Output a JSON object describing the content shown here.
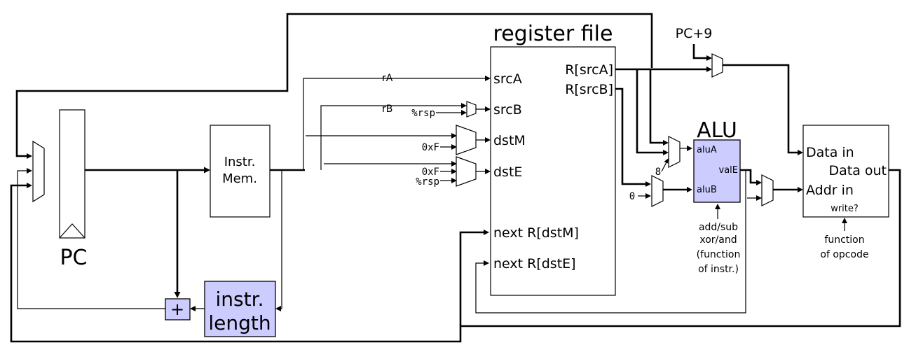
{
  "colors": {
    "highlight_fill": "#ccccff",
    "line": "#000000",
    "background": "#ffffff"
  },
  "labels": {
    "register_file_title": "register file",
    "alu_title": "ALU",
    "pc": "PC",
    "instr_mem_line1": "Instr.",
    "instr_mem_line2": "Mem.",
    "instr_length_line1": "instr.",
    "instr_length_line2": "length",
    "adder_symbol": "+",
    "pc_plus_9": "PC+9",
    "rA": "rA",
    "rB": "rB",
    "rsp_srcB": "%rsp",
    "const_0xF_dstM": "0xF",
    "const_0xF_dstE": "0xF",
    "rsp_dstE": "%rsp",
    "srcA": "srcA",
    "srcB": "srcB",
    "dstM": "dstM",
    "dstE": "dstE",
    "next_dstM": "next R[dstM]",
    "next_dstE": "next R[dstE]",
    "out_srcA": "R[srcA]",
    "out_srcB": "R[srcB]",
    "aluA": "aluA",
    "aluB": "aluB",
    "valE": "valE",
    "const_8": "8",
    "const_0": "0",
    "alu_op_line1": "add/sub",
    "alu_op_line2": "xor/and",
    "alu_op_line3": "(function",
    "alu_op_line4": "of instr.)",
    "data_in": "Data in",
    "data_out": "Data out",
    "addr_in": "Addr in",
    "write": "write?",
    "write_ctrl_line1": "function",
    "write_ctrl_line2": "of opcode"
  }
}
